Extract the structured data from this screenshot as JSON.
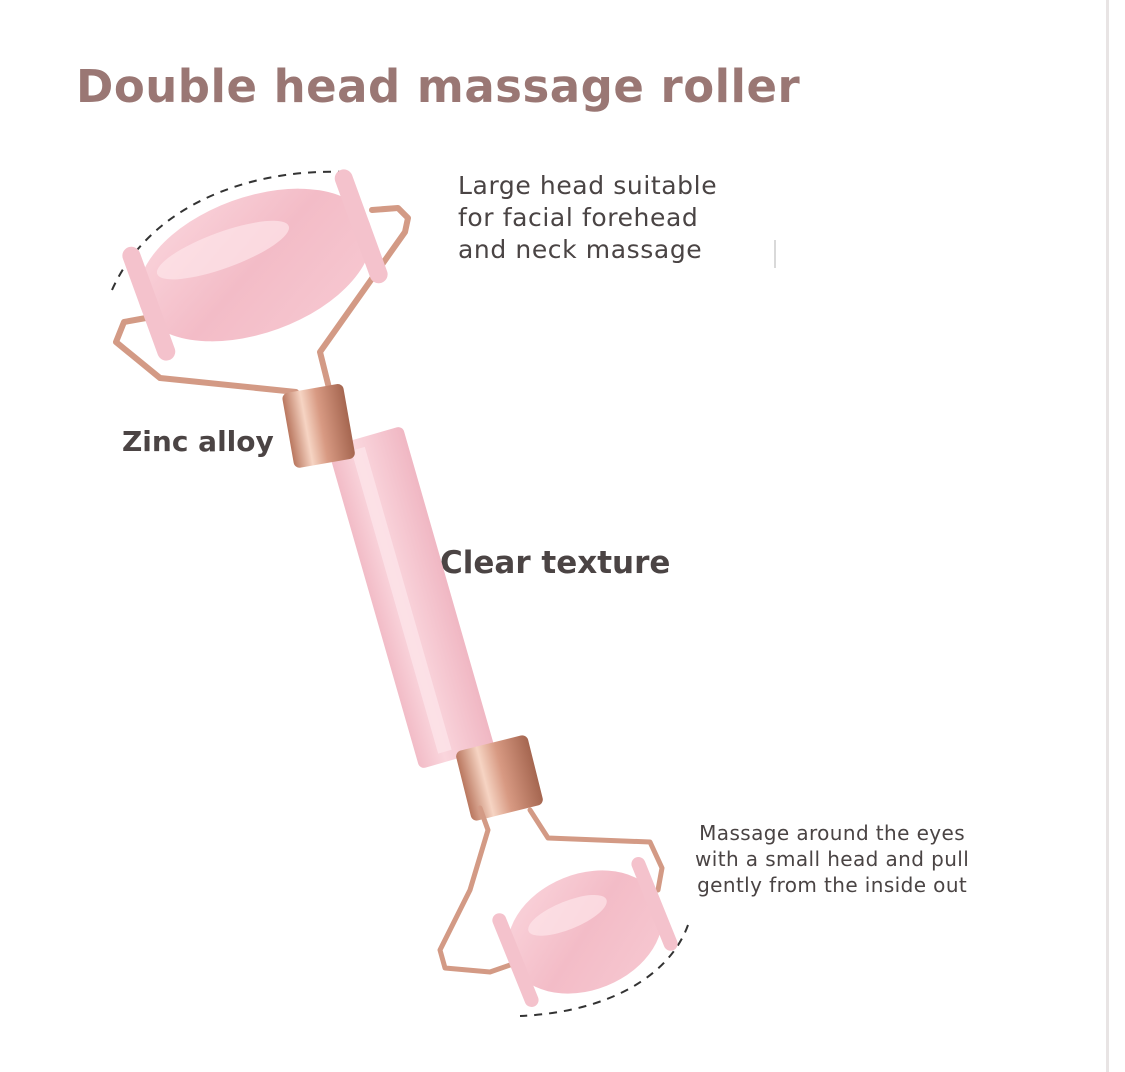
{
  "title": "Double head massage roller",
  "labels": {
    "large_head": [
      "Large head suitable",
      "for facial forehead",
      "and neck massage"
    ],
    "zinc_alloy": "Zinc alloy",
    "clear_texture": "Clear texture",
    "small_head": [
      "Massage around the eyes",
      "with a small head and pull",
      "gently from the inside out"
    ]
  },
  "colors": {
    "title": "#9a7774",
    "text": "#4a4444",
    "rose_quartz": "#f6c4cd",
    "rose_gold": "#d9a08a"
  }
}
